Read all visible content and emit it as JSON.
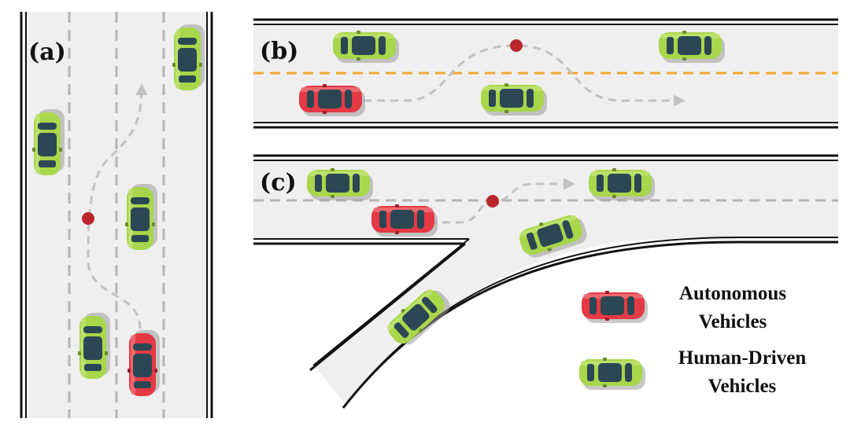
{
  "panels": {
    "a": {
      "label": "(a)"
    },
    "b": {
      "label": "(b)"
    },
    "c": {
      "label": "(c)"
    }
  },
  "legend": {
    "autonomous": {
      "line1": "Autonomous",
      "line2": "Vehicles"
    },
    "human": {
      "line1": "Human-Driven",
      "line2": "Vehicles"
    }
  },
  "colors": {
    "road": "#efefef",
    "road_edge": "#111111",
    "lane_dash": "#b5b5b5",
    "center_line": "#f0a830",
    "autonomous_car": "#e53945",
    "human_car": "#a9d64a",
    "trajectory": "#c2c2c2",
    "decision_point": "#b8262b"
  },
  "scenarios": [
    {
      "id": "a",
      "kind": "multi-lane-straight",
      "lanes": 4
    },
    {
      "id": "b",
      "kind": "two-lane-overtaking",
      "lanes": 2
    },
    {
      "id": "c",
      "kind": "on-ramp-merging",
      "lanes": 2
    }
  ]
}
